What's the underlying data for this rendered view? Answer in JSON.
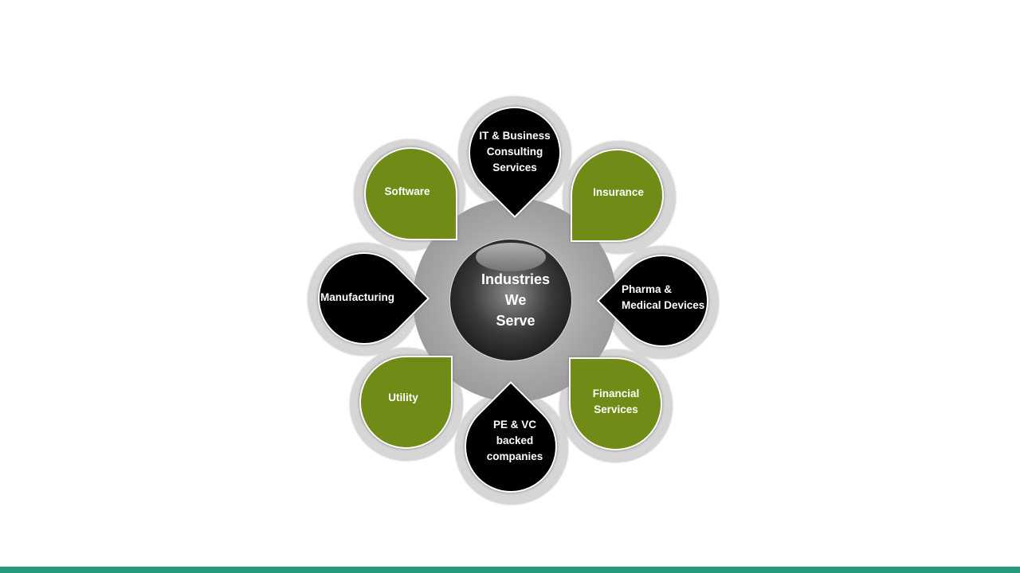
{
  "center": {
    "line1": "Industries",
    "line2": "We",
    "line3": "Serve"
  },
  "segments": [
    {
      "label_lines": [
        "IT & Business",
        "Consulting",
        "Services"
      ],
      "color": "#000000"
    },
    {
      "label_lines": [
        "Insurance"
      ],
      "color": "#708b16"
    },
    {
      "label_lines": [
        "Pharma &",
        "Medical Devices"
      ],
      "color": "#000000"
    },
    {
      "label_lines": [
        "Financial",
        "Services"
      ],
      "color": "#708b16"
    },
    {
      "label_lines": [
        "PE & VC",
        "backed",
        "companies"
      ],
      "color": "#000000"
    },
    {
      "label_lines": [
        "Utility"
      ],
      "color": "#708b16"
    },
    {
      "label_lines": [
        "Manufacturing"
      ],
      "color": "#000000"
    },
    {
      "label_lines": [
        "Software"
      ],
      "color": "#708b16"
    }
  ],
  "colors": {
    "accent_bar": "#2a9a7e",
    "green": "#708b16"
  }
}
